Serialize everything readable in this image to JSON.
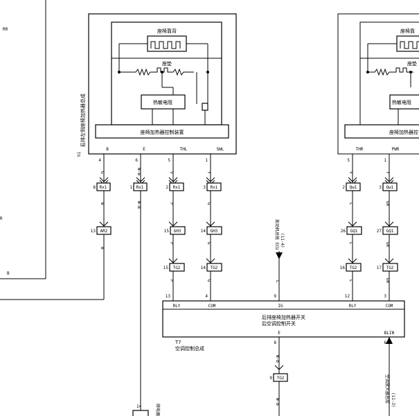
{
  "left_fragment": {
    "label_top": "RR",
    "label_mid": "R",
    "label_bottom": "B"
  },
  "left_module": {
    "side_label": "后排左侧座椅加热器总成",
    "side_code": "h1",
    "heater_top": "座椅靠背",
    "heater_bottom": "座垫",
    "thermistor": "热敏电阻",
    "controller": "座椅加热器控制装置",
    "pins": [
      {
        "name": "B",
        "num": "4",
        "wire": "G"
      },
      {
        "name": "E",
        "num": "6",
        "wire": "W-B"
      },
      {
        "name": "THL",
        "num": "5",
        "wire": "V"
      },
      {
        "name": "SWL",
        "num": "1",
        "wire": "Y"
      }
    ]
  },
  "right_module": {
    "heater_top": "座椅靠",
    "heater_bottom": "座垫",
    "thermistor": "热敏电阻",
    "controller": "座椅加热器控",
    "pins": [
      {
        "name": "THR",
        "num": "5",
        "wire": "V"
      },
      {
        "name": "PWR",
        "num": "1",
        "wire": "Y"
      }
    ]
  },
  "connectors": {
    "row1": [
      {
        "pin": "8",
        "code": "Rx1"
      },
      {
        "pin": "1",
        "code": "Rx1"
      },
      {
        "pin": "2",
        "code": "Rx1"
      },
      {
        "pin": "3",
        "code": "Rx1"
      },
      {
        "pin": "2",
        "code": "Qw1"
      },
      {
        "pin": "3",
        "code": "Qw1"
      }
    ],
    "row2": [
      {
        "pin": "13",
        "code": "AR2"
      },
      {
        "pin": "15",
        "code": "GH3"
      },
      {
        "pin": "14",
        "code": "GH3"
      },
      {
        "pin": "26",
        "code": "GQ1"
      },
      {
        "pin": "27",
        "code": "GQ1"
      }
    ],
    "row3": [
      {
        "pin": "15",
        "code": "TG2"
      },
      {
        "pin": "14",
        "code": "TG2"
      },
      {
        "pin": "16",
        "code": "TG2"
      },
      {
        "pin": "17",
        "code": "TG2"
      }
    ],
    "bottom": [
      {
        "pin": "9",
        "code": "TG2"
      },
      {
        "pin": "14",
        "code": ""
      }
    ]
  },
  "wire_colors": {
    "g_b1": "G",
    "g_b2": "B",
    "g_b3": "B",
    "e1": "W-B",
    "e2": "W-B",
    "th1": "P",
    "th2": "P",
    "th3": "P",
    "sw1": "G",
    "sw2": "G",
    "sw3": "G",
    "ig": "L",
    "thr1": "L",
    "thr2": "L",
    "thr3": "L",
    "pwr1": "GR",
    "pwr2": "GR",
    "pwr3": "GR",
    "e_bottom": "W-B",
    "e_bottom2": "W-B"
  },
  "ecu_ref": {
    "label": "发动机总舱 ECU",
    "ref": "(11-4)"
  },
  "bottom_ref": {
    "label": "空调放大器总成",
    "ref": "(11-3)"
  },
  "controller_bottom": {
    "pins_top": [
      {
        "name": "RLY",
        "num": "13"
      },
      {
        "name": "COM",
        "num": "4"
      },
      {
        "name": "IG",
        "num": "9"
      },
      {
        "name": "RLY",
        "num": "12"
      },
      {
        "name": "COM",
        "num": "3"
      }
    ],
    "title_line1": "后排座椅加热器开关",
    "title_line2": "后空调控制开关",
    "pin_e": {
      "name": "E",
      "num": "8"
    },
    "pin_blin": {
      "name": "BLIN",
      "num": "6"
    },
    "code": "T7",
    "name": "空调控制总成"
  },
  "bottom_fragment": "继电器"
}
